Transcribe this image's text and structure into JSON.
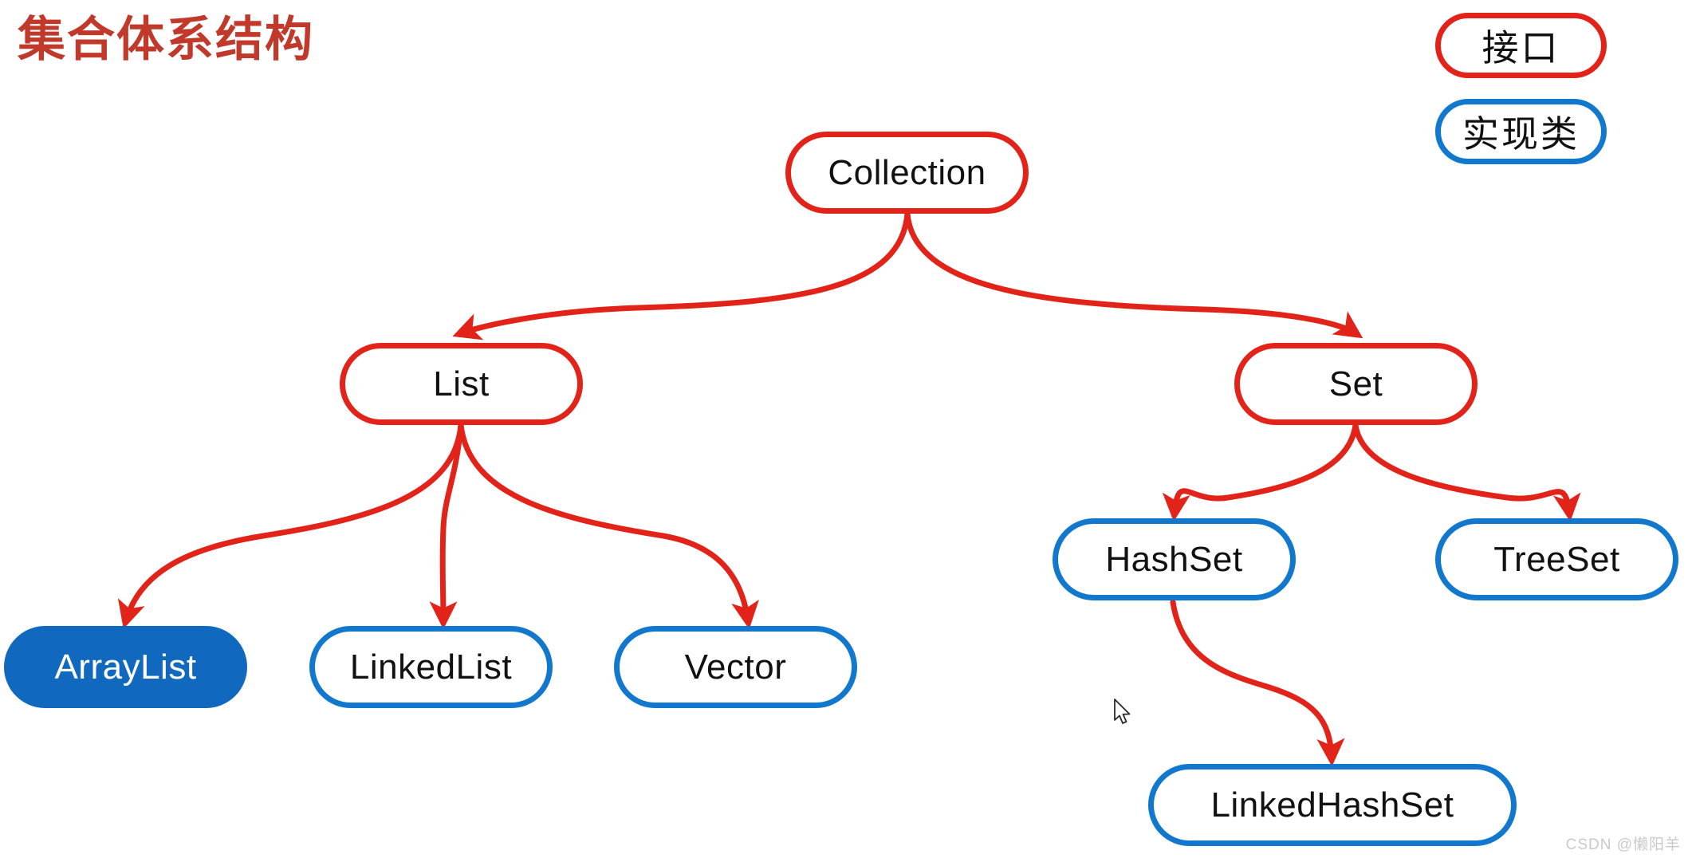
{
  "title": "集合体系结构",
  "colors": {
    "title": "#c0392b",
    "interface_stroke": "#e2231a",
    "impl_stroke": "#1178cd",
    "highlight_fill": "#1069bf",
    "highlight_text": "#ffffff",
    "edge": "#e2231a",
    "background": "#ffffff",
    "watermark": "#c9c9c9"
  },
  "legend": {
    "interface_label": "接口",
    "impl_label": "实现类"
  },
  "nodes": {
    "collection": "Collection",
    "list": "List",
    "set": "Set",
    "arraylist": "ArrayList",
    "linkedlist": "LinkedList",
    "vector": "Vector",
    "hashset": "HashSet",
    "treeset": "TreeSet",
    "linkedhashset": "LinkedHashSet"
  },
  "edges": [
    {
      "from": "Collection",
      "to": "List"
    },
    {
      "from": "Collection",
      "to": "Set"
    },
    {
      "from": "List",
      "to": "ArrayList"
    },
    {
      "from": "List",
      "to": "LinkedList"
    },
    {
      "from": "List",
      "to": "Vector"
    },
    {
      "from": "Set",
      "to": "HashSet"
    },
    {
      "from": "Set",
      "to": "TreeSet"
    },
    {
      "from": "HashSet",
      "to": "LinkedHashSet"
    }
  ],
  "watermark": "CSDN @懒阳羊"
}
